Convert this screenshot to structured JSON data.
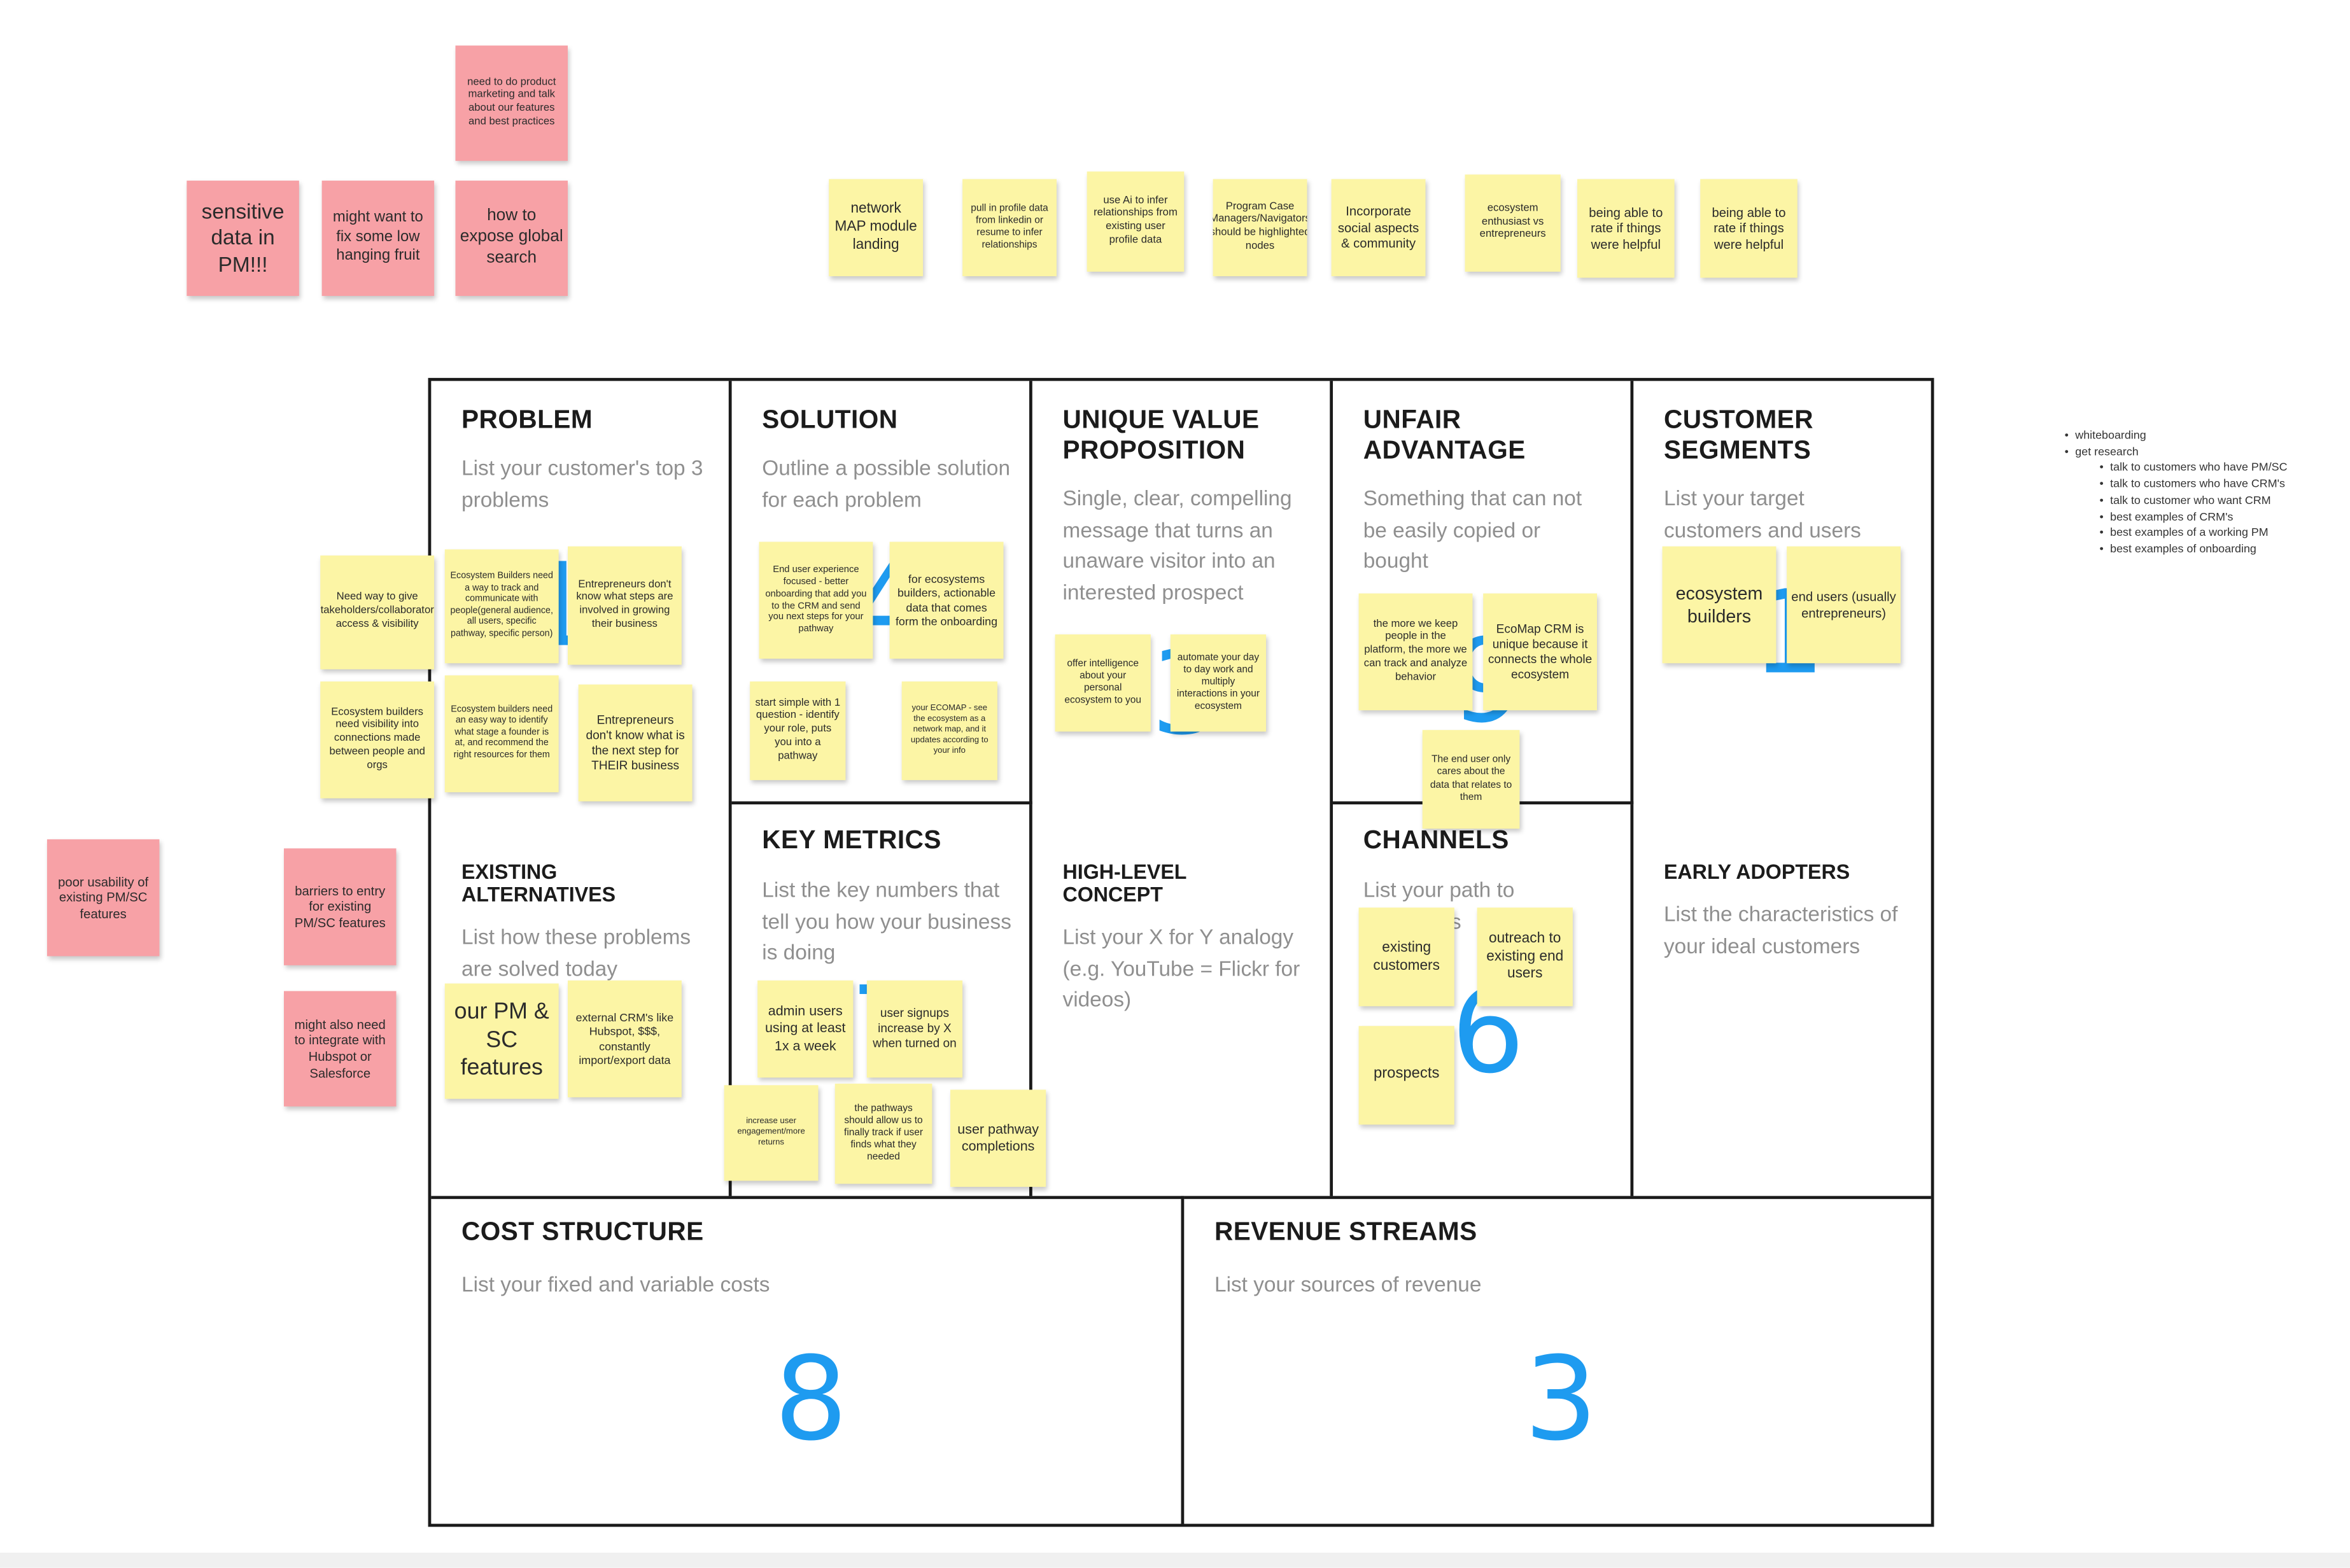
{
  "canvas": {
    "sections": {
      "problem": {
        "title": "PROBLEM",
        "description": "List your customer's top 3 problems",
        "number": "1"
      },
      "solution": {
        "title": "SOLUTION",
        "description": "Outline a possible solution for each problem",
        "number": "4"
      },
      "uvp": {
        "title": "UNIQUE VALUE\nPROPOSITION",
        "description": "Single, clear, compelling message that turns an unaware visitor into an interested prospect",
        "number": "3"
      },
      "unfair": {
        "title": "UNFAIR\nADVANTAGE",
        "description": "Something that can not be easily copied or bought",
        "number": "9"
      },
      "segments": {
        "title": "CUSTOMER\nSEGMENTS",
        "description": "List your target customers and users",
        "number": "1"
      },
      "existing": {
        "title": "EXISTING\nALTERNATIVES",
        "description": "List how these problems are solved today"
      },
      "metrics": {
        "title": "KEY METRICS",
        "description": "List the key numbers that tell you how your business is doing",
        "number": "7"
      },
      "concept": {
        "title": "HIGH-LEVEL\nCONCEPT",
        "description": "List your X for Y analogy (e.g. YouTube = Flickr for videos)"
      },
      "channels": {
        "title": "CHANNELS",
        "description": "List your path to customers",
        "number": "6"
      },
      "adopters": {
        "title": "EARLY ADOPTERS",
        "description": "List the characteristics of your ideal customers"
      },
      "cost": {
        "title": "COST STRUCTURE",
        "description": "List your fixed and variable costs",
        "number": "8"
      },
      "revenue": {
        "title": "REVENUE STREAMS",
        "description": "List your sources of revenue",
        "number": "3"
      }
    }
  },
  "sticky_notes": {
    "product_marketing": "need to do product marketing and talk about our features and best practices",
    "sensitive_data": "sensitive data in PM!!!",
    "low_hanging_fruit": "might want to  fix some low hanging fruit",
    "global_search": "how to expose global search",
    "network_map": "network MAP module landing",
    "linkedin_profile": "pull in profile data from linkedin or resume to infer relationships",
    "ai_infer": "use Ai to infer relationships from existing user profile data",
    "case_managers": "Program Case Managers/Navigators should be highlighted nodes",
    "social_aspects": "Incorporate social aspects & community",
    "ecosystem_enthusiast": "ecosystem enthusiast vs entrepreneurs",
    "rate_helpful_1": "being able to rate if things were helpful",
    "rate_helpful_2": "being able to rate if things were helpful",
    "stakeholders_access": "Need way to give stakeholders/collaborators access & visibility",
    "track_communicate": "Ecosystem Builders need a way to track and communicate with people(general audience, all users, specific pathway, specific person)",
    "entrepreneurs_steps": "Entrepreneurs don't know what steps are involved in growing their business",
    "ecosystem_visibility": "Ecosystem builders need visibility into connections made between people and orgs",
    "identify_stage": "Ecosystem builders need an easy way to identify what stage a founder is at, and recommend the right resources for them",
    "next_step": "Entrepreneurs don't know what is the next step for THEIR business",
    "poor_usability": "poor usability of existing PM/SC features",
    "barriers_entry": "barriers to entry for existing PM/SC features",
    "hubspot_integrate": "might also need to integrate with Hubspot or Salesforce",
    "our_pm_sc": "our PM & SC features",
    "external_crm": "external CRM's like Hubspot, $$$, constantly import/export data",
    "onboarding": "End user experience focused - better onboarding that add you to the CRM and send you next steps for your pathway",
    "actionable_data": "for ecosystems builders, actionable data that comes form the onboarding",
    "start_simple": "start simple with 1 question - identify your role, puts you into a pathway",
    "ecomap_see": "your ECOMAP - see the ecosystem as a network map, and it updates according to your info",
    "admin_users": "admin users using at least 1x a week",
    "user_signups": "user signups increase by X when turned on",
    "engagement_returns": "increase user engagement/more returns",
    "pathways_track": "the pathways should allow us to finally track if user finds what they needed",
    "pathway_completions": "user pathway completions",
    "offer_intelligence": "offer intelligence about your personal ecosystem to you",
    "automate_day": "automate your day to day work and multiply interactions in your ecosystem",
    "keep_people": "the more we keep people in the platform, the more we can track and analyze behavior",
    "ecomap_crm_unique": "EcoMap CRM is unique because it connects the whole ecosystem",
    "end_user_cares": "The end user only cares about the data that relates to them",
    "existing_customers": "existing customers",
    "outreach_end_users": "outreach to existing end users",
    "prospects": "prospects",
    "ecosystem_builders": "ecosystem builders",
    "end_users_entrepreneurs": "end users (usually entrepreneurs)"
  },
  "side_notes": {
    "items": [
      "whiteboarding",
      "get research",
      "talk to customers who have PM/SC",
      "talk to customers who have CRM's",
      "talk to customer who want CRM",
      "best examples of CRM's",
      "best examples of a working PM",
      "best examples of onboarding"
    ]
  },
  "colors": {
    "sticky_yellow": "#fcf5a5",
    "sticky_red": "#f7a1a6",
    "number_blue": "#1e9bf0",
    "grid_line": "#1a1a1a"
  }
}
